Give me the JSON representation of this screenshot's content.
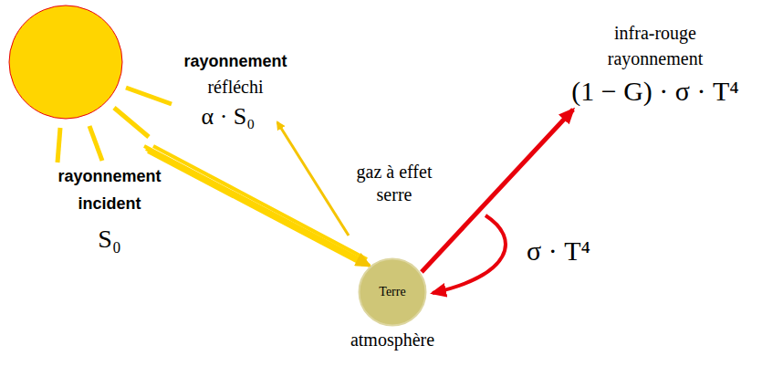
{
  "diagram": {
    "nodes": [
      {
        "text": [
          "Terre",
          "atmosphère"
        ]
      }
    ],
    "labels": [
      "rayonnement",
      "réfléchi",
      "α · S₀",
      "rayonnement",
      "incident",
      "S₀",
      "gaz à effet",
      "serre",
      "infra-rouge",
      "rayonnement",
      "(1 − G) · σ · T⁴",
      "σ · T⁴"
    ]
  }
}
